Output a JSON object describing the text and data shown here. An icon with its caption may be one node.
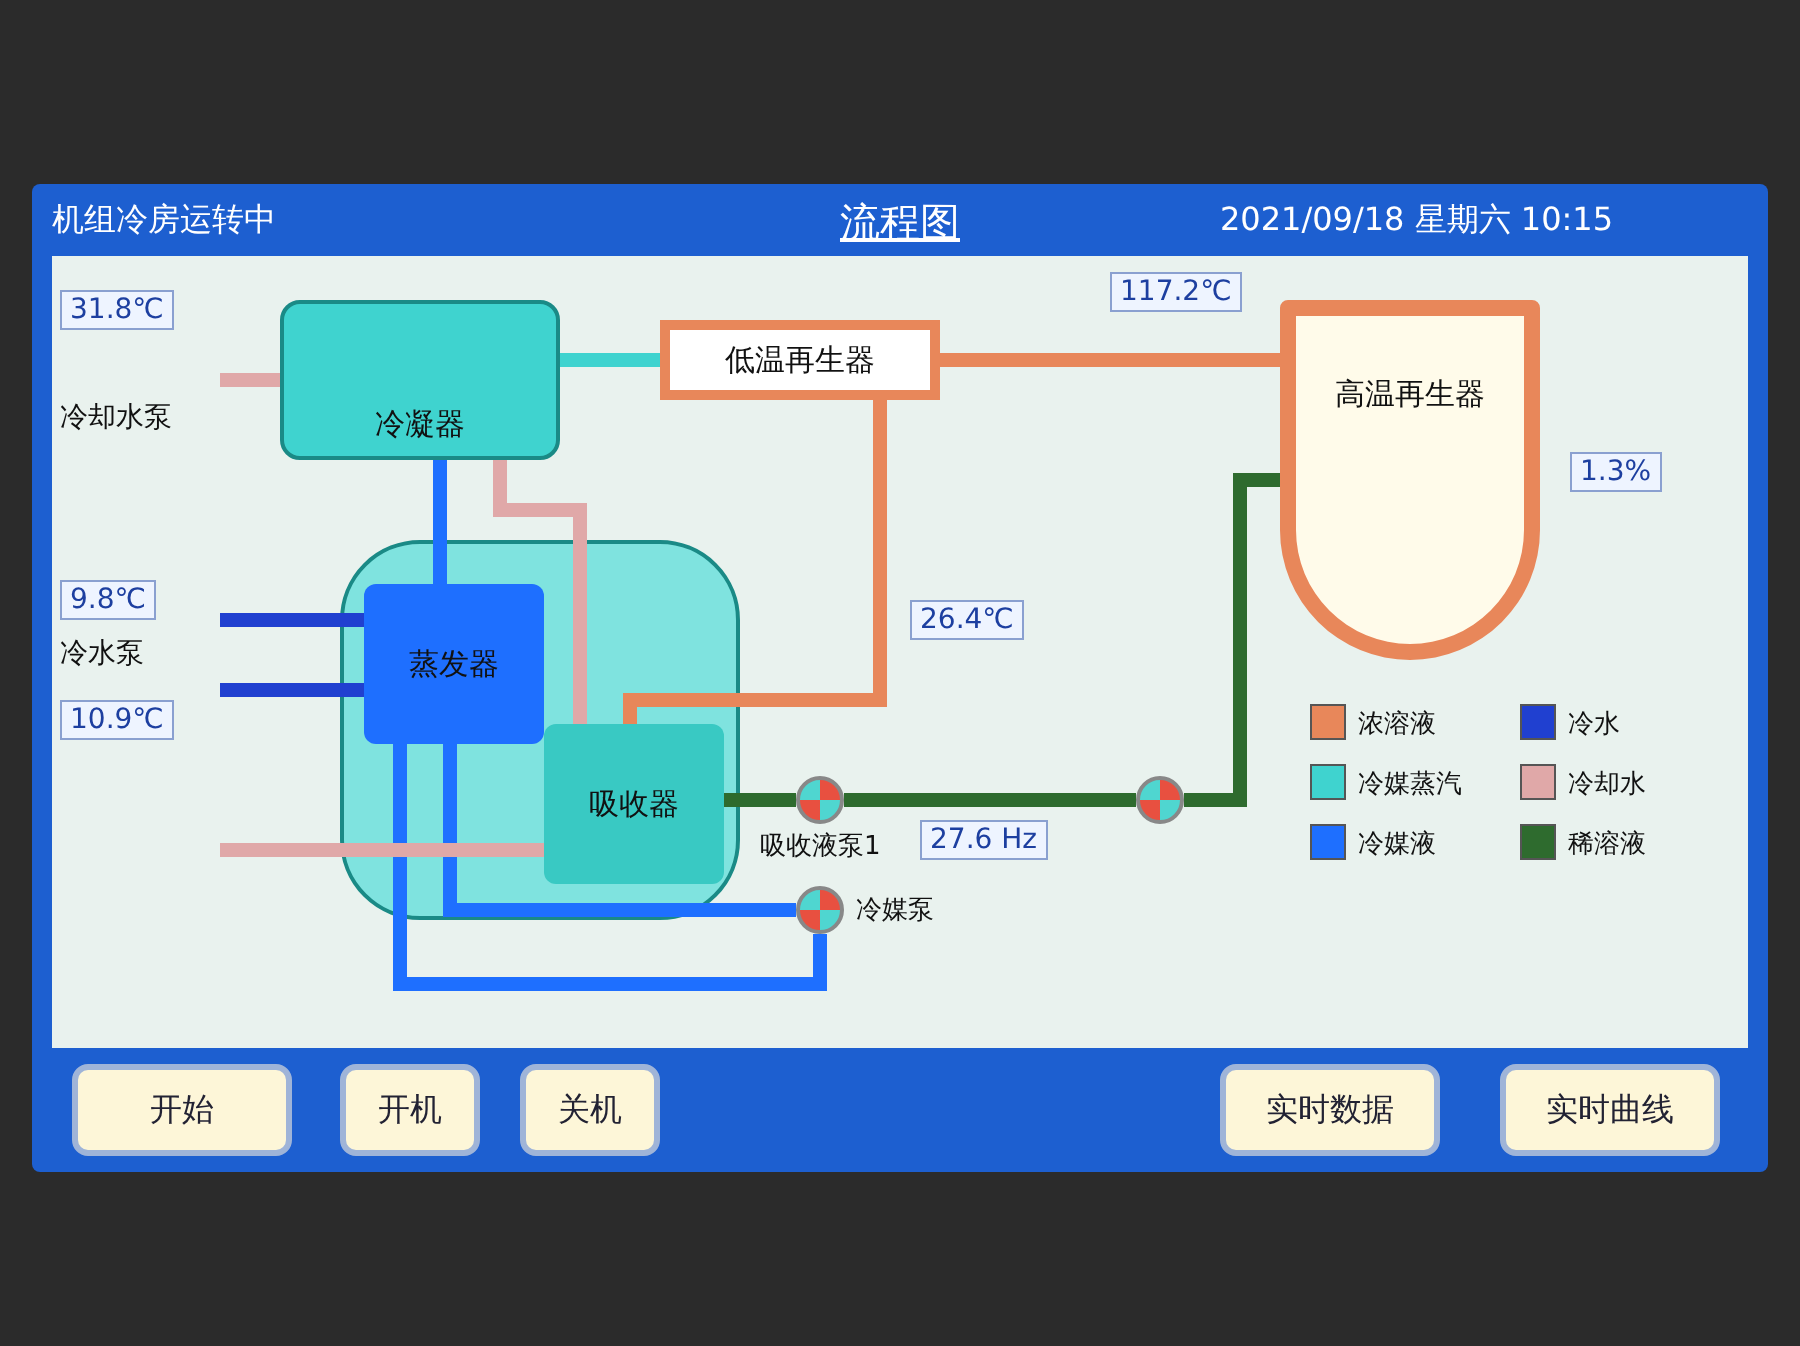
{
  "diagram": {
    "title": "流程图",
    "nodes": [
      {
        "text": [
          "高温再生器"
        ]
      },
      {
        "text": [
          "低温再生器"
        ]
      },
      {
        "text": [
          "冷凝器"
        ]
      },
      {
        "text": [],
        "shape": "cylinder"
      },
      {
        "text": [
          "蒸发器"
        ],
        "in": 3
      },
      {
        "text": [
          "吸收器"
        ],
        "in": 3
      },
      {
        "text": [],
        "shape": "circle",
        "beside": [
          "冷媒泵"
        ]
      },
      {
        "text": [],
        "shape": "circle",
        "beside": [
          "吸收液泵1"
        ]
      },
      {
        "text": [],
        "shape": "circle"
      }
    ],
    "edges": [
      {
        "from": 5,
        "to": 7,
        "arrow": "none",
        "color": "#2e6b2e"
      },
      {
        "from": 7,
        "to": 8,
        "arrow": "none",
        "color": "#2e6b2e"
      },
      {
        "from": 0,
        "to": 1,
        "arrow": "none",
        "color": "#e8875a"
      },
      {
        "from": 1,
        "to": 5,
        "arrow": "none",
        "color": "#e8875a"
      },
      {
        "from": 1,
        "to": 2,
        "arrow": "none",
        "color": "#3fd3cf"
      },
      {
        "from": 2,
        "to": 4,
        "arrow": "none",
        "color": "#1e6fff"
      },
      {
        "from": 4,
        "to": 6,
        "arrow": "none",
        "color": "#1e6fff"
      },
      {
        "from": 6,
        "to": 4,
        "arrow": "none",
        "color": "#1e6fff"
      },
      {
        "from": 8,
        "to": 0,
        "arrow": "none",
        "color": "#2e6b2e"
      },
      {
        "from": null,
        "to": 5,
        "arrow": "none",
        "color": "#e0a8a8"
      },
      {
        "from": 5,
        "to": 2,
        "arrow": "none",
        "color": "#e0a8a8"
      },
      {
        "from": 2,
        "to": null,
        "arrow": "none",
        "color": "#e0a8a8"
      },
      {
        "from": null,
        "to": 4,
        "arrow": "none",
        "color": "#2040d0"
      },
      {
        "from": 4,
        "to": null,
        "arrow": "none",
        "color": "#2040d0"
      }
    ],
    "labels": [
      "机组冷房运转中",
      "2021/09/18 星期六 10:15",
      "117.2℃",
      "1.3%",
      "31.8℃",
      "冷却水泵",
      "9.8℃",
      "冷水泵",
      "10.9℃",
      "26.4℃",
      "27.6 Hz",
      "开始",
      "开机",
      "关机",
      "实时数据",
      "实时曲线"
    ],
    "legend": [
      {
        "text": "浓溶液",
        "color": "#e8875a"
      },
      {
        "text": "冷水",
        "color": "#2040d0"
      },
      {
        "text": "冷媒蒸汽",
        "color": "#3fd3cf"
      },
      {
        "text": "冷却水",
        "color": "#e0a8a8"
      },
      {
        "text": "冷媒液",
        "color": "#1e6fff"
      },
      {
        "text": "稀溶液",
        "color": "#2e6b2e"
      }
    ]
  }
}
